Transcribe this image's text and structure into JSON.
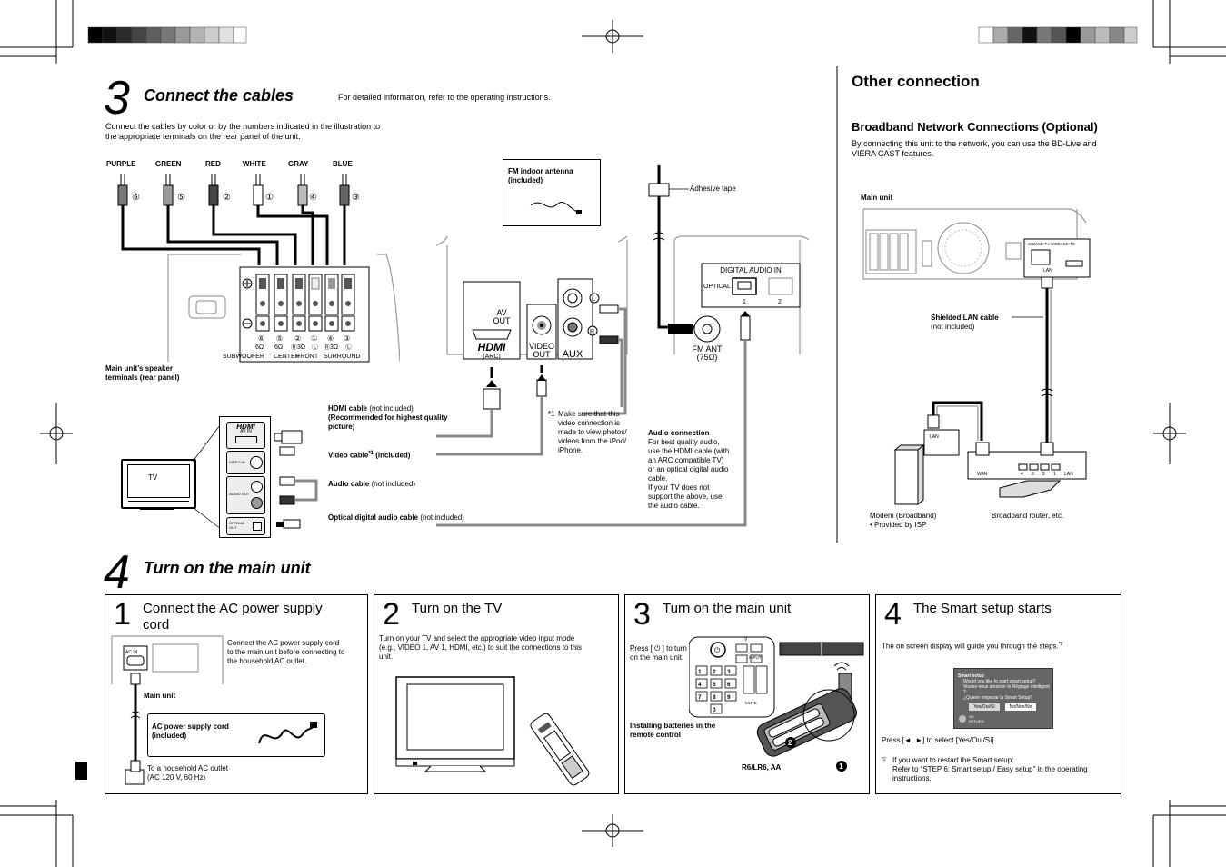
{
  "section3": {
    "number": "3",
    "title": "Connect the cables",
    "note": "For detailed information, refer to the operating instructions.",
    "intro": [
      "Connect the cables by color or by the numbers indicated in the illustration to",
      "the appropriate terminals on the rear panel of the unit."
    ],
    "colors": [
      "PURPLE",
      "GREEN",
      "RED",
      "WHITE",
      "GRAY",
      "BLUE"
    ],
    "color_numbers": [
      "⑥",
      "⑤",
      "②",
      "①",
      "④",
      "③"
    ],
    "terminal_caption": [
      "Main unit’s speaker",
      "terminals (rear panel)"
    ],
    "terminal_labels": {
      "nums": [
        "⑥",
        "⑤",
        "②",
        "①",
        "④",
        "③"
      ],
      "ohms": [
        "6Ω",
        "6Ω",
        "Ⓡ3Ω",
        "Ⓛ",
        "Ⓡ3Ω",
        "Ⓛ"
      ],
      "groups": [
        "SUBWOOFER",
        "CENTER",
        "FRONT",
        "SURROUND"
      ]
    },
    "fm_antenna": [
      "FM indoor antenna",
      "(included)"
    ],
    "adhesive_tape": "Adhesive tape",
    "digital_audio_in": "DIGITAL AUDIO IN",
    "optical": "OPTICAL",
    "opt_nums": [
      "1",
      "2"
    ],
    "fm_ant": [
      "FM ANT",
      "(75Ω)"
    ],
    "av_out": [
      "AV",
      "OUT"
    ],
    "hdmi_logo": "HDMI",
    "arc": "(ARC)",
    "video_out": [
      "VIDEO",
      "OUT"
    ],
    "aux": "AUX",
    "lr": [
      "L",
      "R"
    ],
    "tv_label": "TV",
    "tv_panel": {
      "hdmi": "HDMI",
      "av_in": "AV IN",
      "video_in": "VIDEO IN",
      "audio_out": "AUDIO OUT",
      "optical_out": [
        "OPTICAL",
        "OUT"
      ]
    },
    "hdmi_cable": {
      "name": "HDMI cable",
      "note": " (not included)",
      "rec": [
        "(Recommended for highest quality",
        "picture)"
      ]
    },
    "video_cable": {
      "name": "Video cable",
      "mark": "*1",
      "note": " (included)"
    },
    "audio_cable": {
      "name": "Audio cable",
      "note": " (not included)"
    },
    "optical_cable": {
      "name": "Optical digital audio cable",
      "note": " (not included)"
    },
    "footnote1_mark": "*1",
    "footnote1": [
      "Make sure that this",
      "video connection is",
      "made to view photos/",
      "videos from the iPod/",
      "iPhone."
    ],
    "audio_connection_title": "Audio connection",
    "audio_connection": [
      "For best quality audio,",
      "use the HDMI cable (with",
      "an ARC compatible TV)",
      "or an optical digital audio",
      "cable.",
      "If your TV does not",
      "support the above, use",
      "the audio cable."
    ]
  },
  "other": {
    "title": "Other connection",
    "subtitle": "Broadband Network Connections (Optional)",
    "desc": [
      "By connecting this unit to the network, you can use the BD-Live and",
      "VIERA CAST features."
    ],
    "main_unit": "Main unit",
    "lan_port": [
      "10BASE-T / 100BASE-TX",
      "LAN"
    ],
    "lan_cable": {
      "name": "Shielded  LAN cable",
      "note": "(not included)"
    },
    "lan": "LAN",
    "wan": "WAN",
    "router_ports": [
      "4",
      "3",
      "2",
      "1"
    ],
    "modem": [
      "Modem (Broadband)",
      "• Provided by ISP"
    ],
    "router": "Broadband router, etc."
  },
  "section4": {
    "number": "4",
    "title": "Turn on the main unit",
    "panels": [
      {
        "num": "1",
        "title": [
          "Connect the AC power supply",
          "cord"
        ],
        "text": [
          "Connect the AC power supply cord",
          "to the main unit before connecting to",
          "the household AC outlet."
        ],
        "main_unit": "Main unit",
        "acin": "AC IN",
        "cord_box": [
          "AC power supply cord",
          "(included)"
        ],
        "outlet": [
          "To a household AC outlet",
          "(AC 120 V, 60 Hz)"
        ]
      },
      {
        "num": "2",
        "title": [
          "Turn on the TV"
        ],
        "text": [
          "Turn on your TV and select the appropriate video input mode",
          "(e.g., VIDEO 1, AV 1, HDMI, etc.) to suit the connections to this",
          "unit."
        ]
      },
      {
        "num": "3",
        "title": [
          "Turn on the main unit"
        ],
        "press": [
          "Press [ ⏻ ] to turn",
          "on the main unit."
        ],
        "batteries": [
          "Installing batteries in the",
          "remote control"
        ],
        "battery_type": "R6/LR6, AA",
        "tv_label": "TV",
        "remote_labels": {
          "input": "INPUT",
          "mute": "MUTE",
          "num": [
            "1",
            "2",
            "3",
            "4",
            "5",
            "6",
            "7",
            "8",
            "9",
            "0"
          ]
        }
      },
      {
        "num": "4",
        "title": [
          "The Smart setup starts"
        ],
        "text": "The on screen display will guide you through the steps.",
        "text_mark": "*2",
        "screen": {
          "title": "Smart setup",
          "lines": [
            "Would you like to start smart setup?",
            "Voulez-vous amorcer le Réglage intelligent ?",
            "¿Quiere empezar la Smart Setup?"
          ],
          "yes": "Yes/Oui/Sí",
          "no": "No/Non/No",
          "foot": [
            "OK",
            "RETURN"
          ]
        },
        "press": "Press [◄, ►] to select [Yes/Oui/Sí].",
        "fn_mark": "*2",
        "fn": [
          "If you want to restart the Smart setup:",
          "Refer to “STEP 6: Smart setup / Easy setup” in the operating",
          "instructions."
        ]
      }
    ]
  }
}
